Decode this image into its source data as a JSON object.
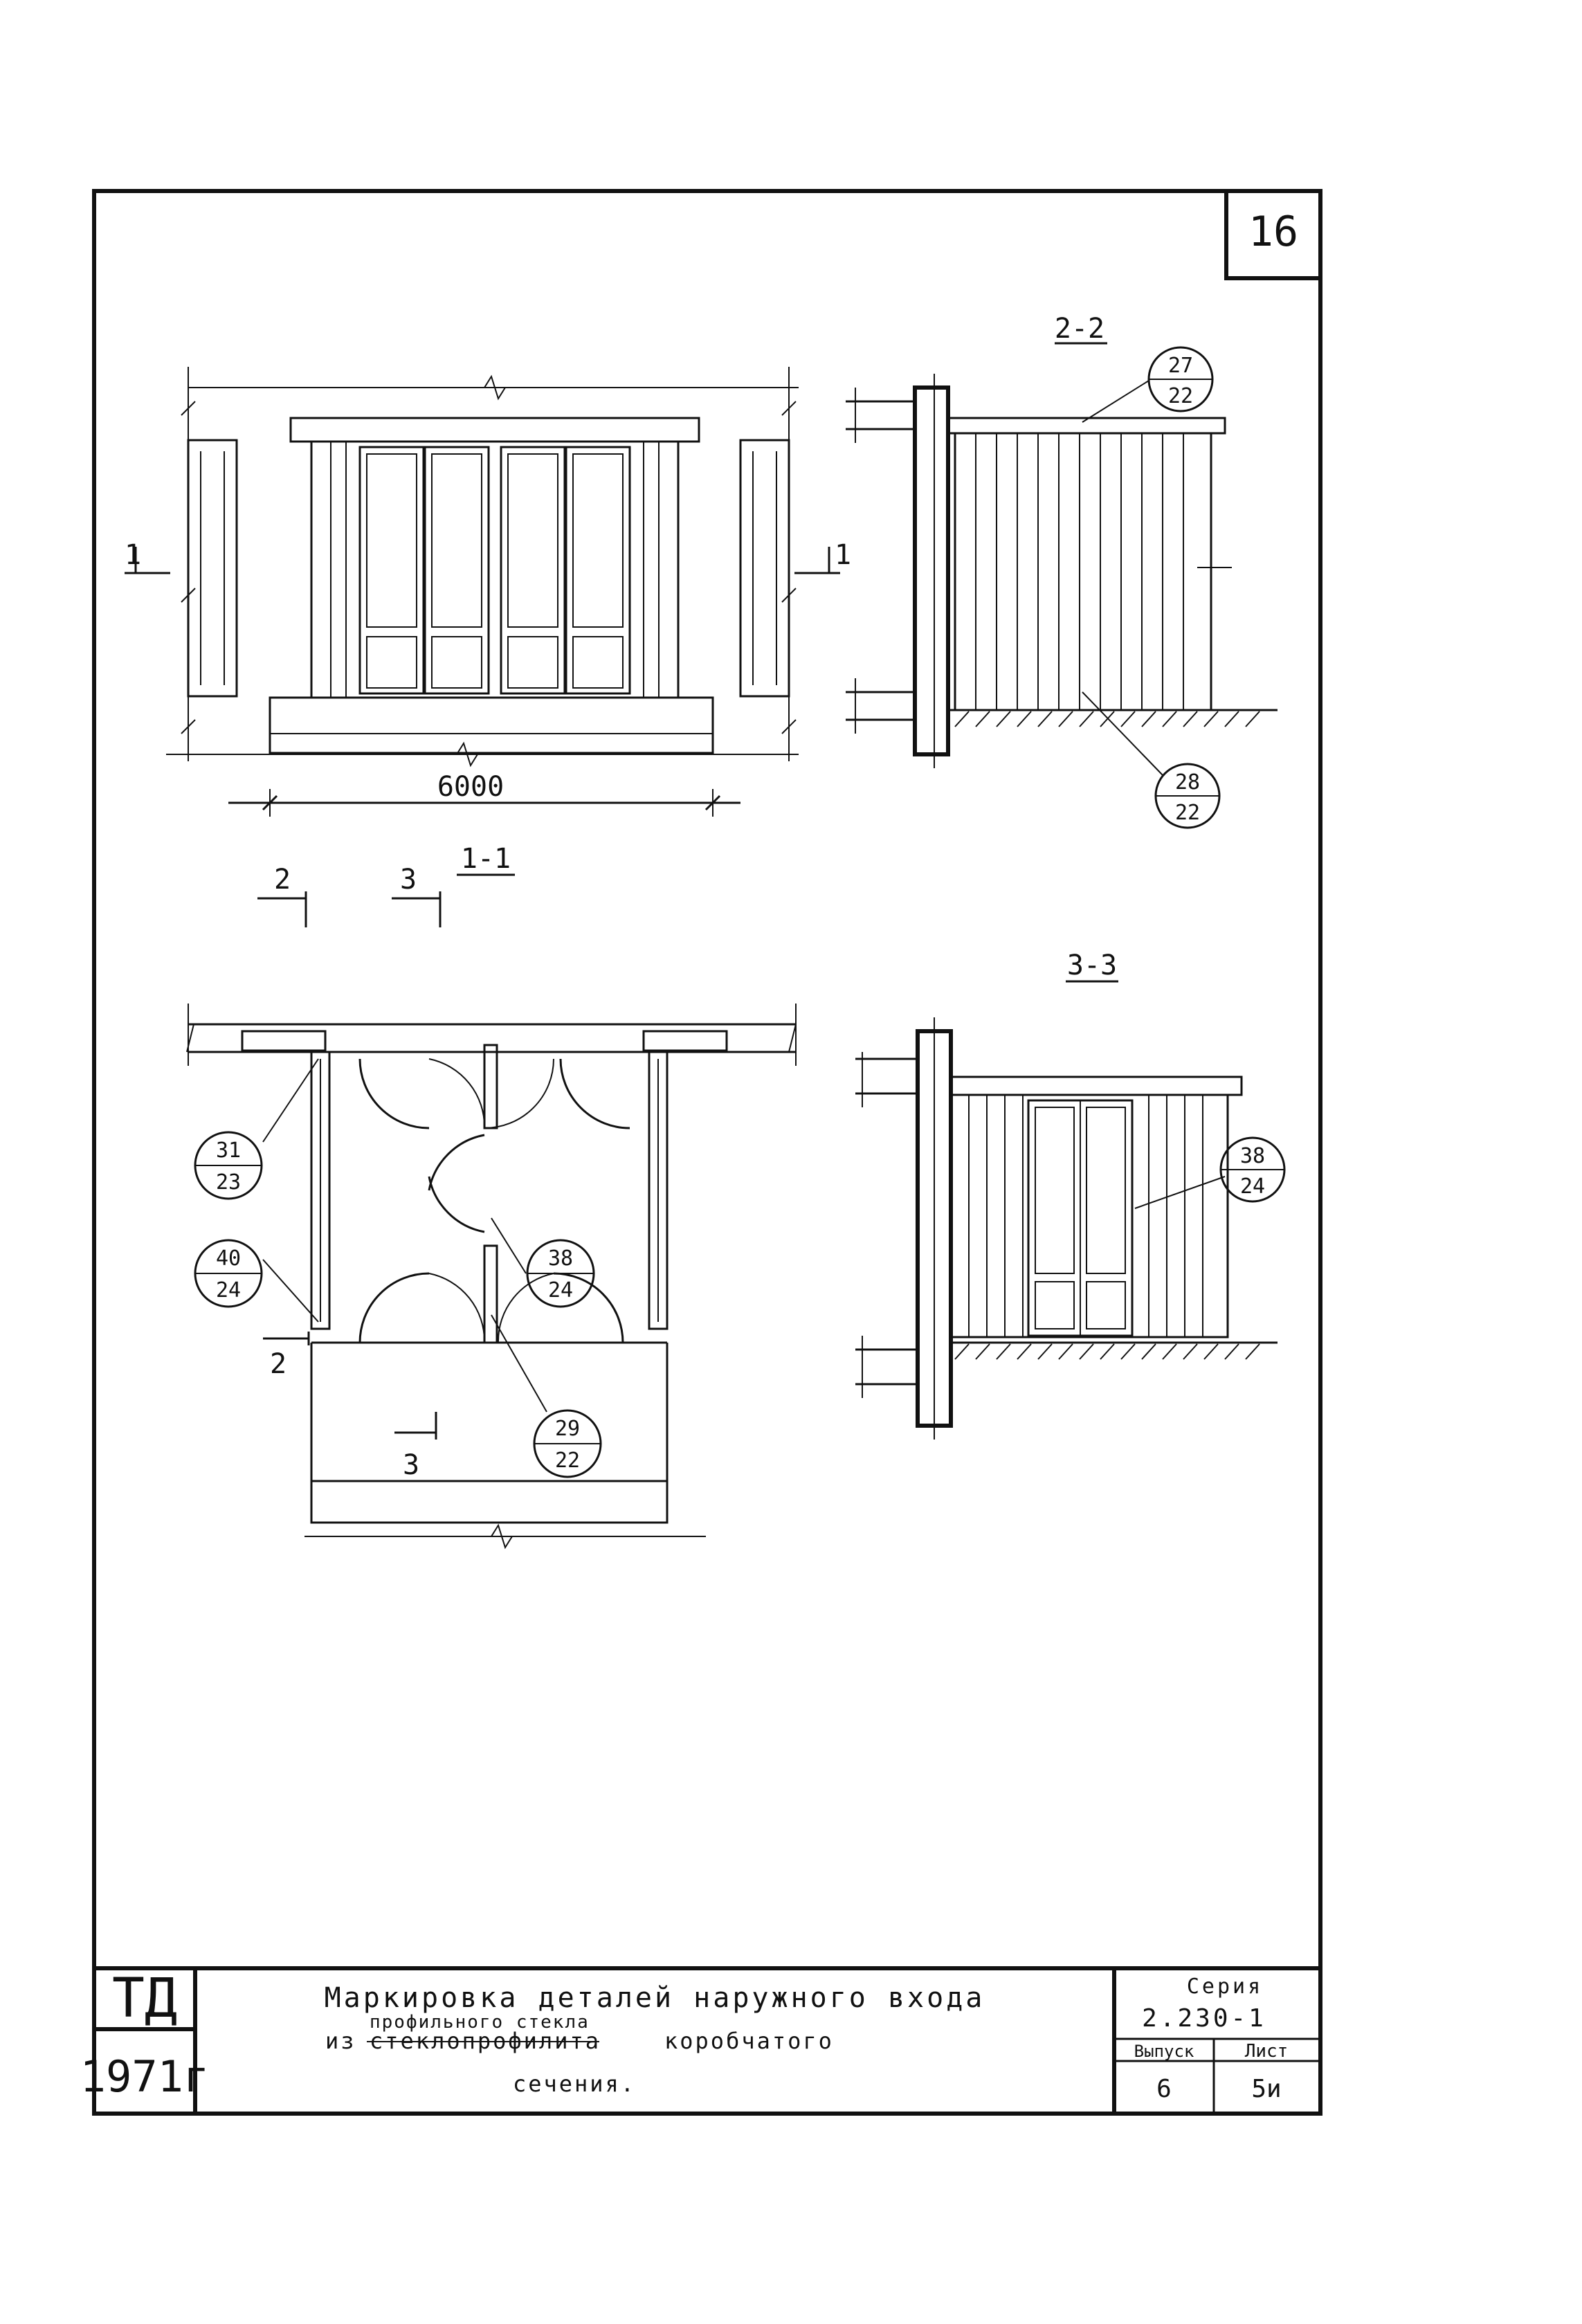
{
  "sheet": {
    "page_number": "16"
  },
  "views": {
    "elevation": {
      "dimension_width": "6000",
      "cut_mark_left": "1",
      "cut_mark_right": "1"
    },
    "section_2_2": {
      "title": "2-2",
      "markers": [
        {
          "top": "27",
          "bottom": "22"
        },
        {
          "top": "28",
          "bottom": "22"
        }
      ]
    },
    "plan_1_1": {
      "title": "1-1",
      "cut_marks": [
        "2",
        "3",
        "2",
        "3"
      ],
      "markers": [
        {
          "top": "31",
          "bottom": "23"
        },
        {
          "top": "40",
          "bottom": "24"
        },
        {
          "top": "38",
          "bottom": "24"
        },
        {
          "top": "29",
          "bottom": "22"
        }
      ]
    },
    "section_3_3": {
      "title": "3-3",
      "markers": [
        {
          "top": "38",
          "bottom": "24"
        }
      ]
    }
  },
  "title_block": {
    "org_code": "ТД",
    "year": "1971г",
    "title_line1": "Маркировка деталей наружного входа",
    "title_line2_prefix": "из",
    "title_line2_struck": "стеклопрофилита",
    "title_line2_correction": "профильного стекла",
    "title_line2_suffix": "коробчатого",
    "title_line3": "сечения.",
    "series_label": "Серия",
    "series_value": "2.230-1",
    "issue_label": "Выпуск",
    "issue_value": "6",
    "sheet_label": "Лист",
    "sheet_value": "5и"
  }
}
